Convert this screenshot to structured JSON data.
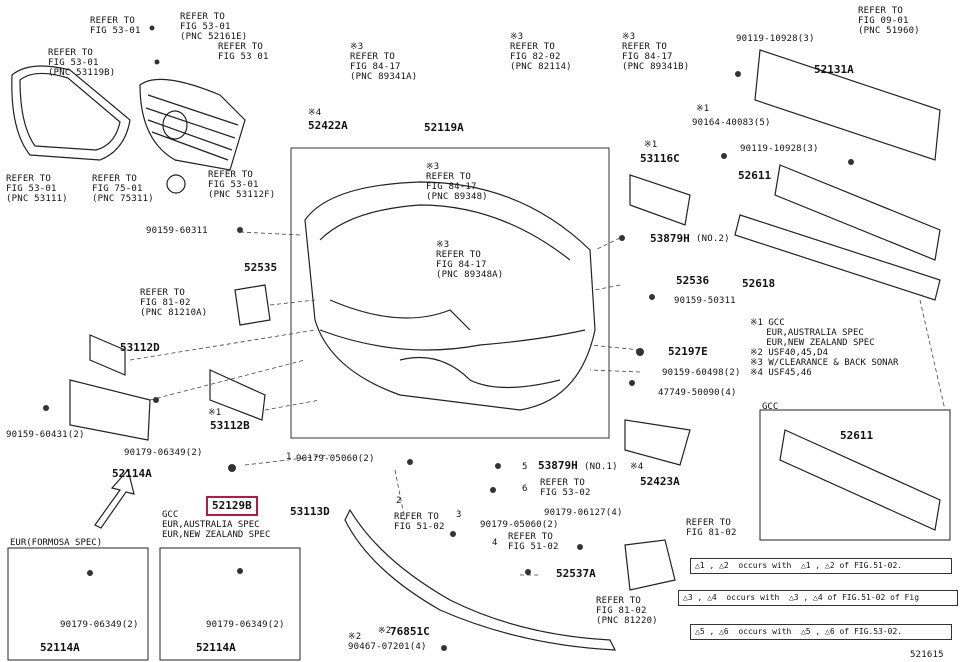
{
  "refers": [
    {
      "id": "r1",
      "text": "REFER TO\nFIG 53-01"
    },
    {
      "id": "r2",
      "text": "REFER TO\nFIG 53-01\n(PNC 52161E)"
    },
    {
      "id": "r3",
      "text": "REFER TO\nFIG 53-01\n(PNC 53119B)"
    },
    {
      "id": "r4",
      "text": "REFER TO\nFIG 53 01"
    },
    {
      "id": "r5",
      "text": "REFER TO\nFIG 53-01\n(PNC 53111)"
    },
    {
      "id": "r6",
      "text": "REFER TO\nFIG 75-01\n(PNC 75311)"
    },
    {
      "id": "r7",
      "text": "REFER TO\nFIG 53-01\n(PNC 53112F)"
    },
    {
      "id": "r8",
      "text": "※3\nREFER TO\nFIG 84-17\n(PNC 89341A)"
    },
    {
      "id": "r9",
      "text": "※3\nREFER TO\nFIG 82-02\n(PNC 82114)"
    },
    {
      "id": "r10",
      "text": "※3\nREFER TO\nFIG 84-17\n(PNC 89341B)"
    },
    {
      "id": "r11",
      "text": "REFER TO\nFIG 09-01\n(PNC 51960)"
    },
    {
      "id": "r12",
      "text": "※3\nREFER TO\nFIG 84-17\n(PNC 89348)"
    },
    {
      "id": "r13",
      "text": "※3\nREFER TO\nFIG 84-17\n(PNC 89348A)"
    },
    {
      "id": "r14",
      "text": "REFER TO\nFIG 81-02\n(PNC 81210A)"
    },
    {
      "id": "r15",
      "text": "REFER TO\nFIG 53-02"
    },
    {
      "id": "r16",
      "text": "REFER TO\nFIG 51-02"
    },
    {
      "id": "r17",
      "text": "REFER TO\nFIG 51-02"
    },
    {
      "id": "r18",
      "text": "REFER TO\nFIG 81-02"
    },
    {
      "id": "r19",
      "text": "REFER TO\nFIG 81-02\n(PNC 81220)"
    }
  ],
  "parts": [
    {
      "id": "p52422A",
      "text": "52422A"
    },
    {
      "id": "p52119A",
      "text": "52119A"
    },
    {
      "id": "p52131A",
      "text": "52131A"
    },
    {
      "id": "p53116C",
      "text": "53116C"
    },
    {
      "id": "p52611a",
      "text": "52611"
    },
    {
      "id": "p52535",
      "text": "52535"
    },
    {
      "id": "p53879H",
      "text": "53879H"
    },
    {
      "id": "p52618",
      "text": "52618"
    },
    {
      "id": "p52536",
      "text": "52536"
    },
    {
      "id": "p53112D",
      "text": "53112D"
    },
    {
      "id": "p52197E",
      "text": "52197E"
    },
    {
      "id": "p53112B",
      "text": "53112B"
    },
    {
      "id": "p52114Aa",
      "text": "52114A"
    },
    {
      "id": "p53879H2",
      "text": "53879H"
    },
    {
      "id": "p52423A",
      "text": "52423A"
    },
    {
      "id": "p53113D",
      "text": "53113D"
    },
    {
      "id": "p52611b",
      "text": "52611"
    },
    {
      "id": "p52537A",
      "text": "52537A"
    },
    {
      "id": "p76851C",
      "text": "76851C"
    },
    {
      "id": "p52114Ab",
      "text": "52114A"
    },
    {
      "id": "p52114Ac",
      "text": "52114A"
    }
  ],
  "highlight": {
    "text": "52129B",
    "color": "#b5174a"
  },
  "fasteners": [
    {
      "id": "f1",
      "text": "90119-10928(3)"
    },
    {
      "id": "f2",
      "text": "90164-40083(5)"
    },
    {
      "id": "f3",
      "text": "90119-10928(3)"
    },
    {
      "id": "f4",
      "text": "90159-60311"
    },
    {
      "id": "f5",
      "text": "90159-50311"
    },
    {
      "id": "f6",
      "text": "90159-60498(2)"
    },
    {
      "id": "f7",
      "text": "47749-50090(4)"
    },
    {
      "id": "f8",
      "text": "90159-60431(2)"
    },
    {
      "id": "f9",
      "text": "90179-06349(2)"
    },
    {
      "id": "f10",
      "text": "90179-05060(2)"
    },
    {
      "id": "f11",
      "text": "90179-06127(4)"
    },
    {
      "id": "f12",
      "text": "90179-05060(2)"
    },
    {
      "id": "f13",
      "text": "90179-06349(2)"
    },
    {
      "id": "f14",
      "text": "90179-06349(2)"
    },
    {
      "id": "f15",
      "text": "90467-07201(4)"
    }
  ],
  "marks": [
    {
      "id": "m1",
      "text": "※4"
    },
    {
      "id": "m2",
      "text": "※1"
    },
    {
      "id": "m3",
      "text": "※1"
    },
    {
      "id": "m4",
      "text": "※1"
    },
    {
      "id": "m5",
      "text": "※4"
    },
    {
      "id": "m6",
      "text": "※2"
    },
    {
      "id": "m7",
      "text": "(NO.2)"
    },
    {
      "id": "m8",
      "text": "(NO.1)"
    },
    {
      "id": "m9",
      "text": "※2"
    }
  ],
  "notes": {
    "spec_list": "※1 GCC\n   EUR,AUSTRALIA SPEC\n   EUR,NEW ZEALAND SPEC\n※2 USF40,45,D4\n※3 W/CLEARANCE & BACK SONAR\n※4 USF45,46",
    "gcc_label": "GCC",
    "bottom_left_title": "EUR(FORMOSA SPEC)",
    "bottom_mid_title": "GCC\nEUR,AUSTRALIA SPEC\nEUR,NEW ZEALAND SPEC"
  },
  "legend": [
    {
      "text": "△1 , △2  occurs with  △1 , △2 of FIG.51-02."
    },
    {
      "text": "△3 , △4  occurs with  △3 , △4 of FIG.51-02 of Fig"
    },
    {
      "text": "△5 , △6  occurs with  △5 , △6 of FIG.53-02."
    }
  ],
  "tri_labels": [
    "1",
    "2",
    "3",
    "4",
    "5",
    "6"
  ],
  "corner_code": "521615"
}
